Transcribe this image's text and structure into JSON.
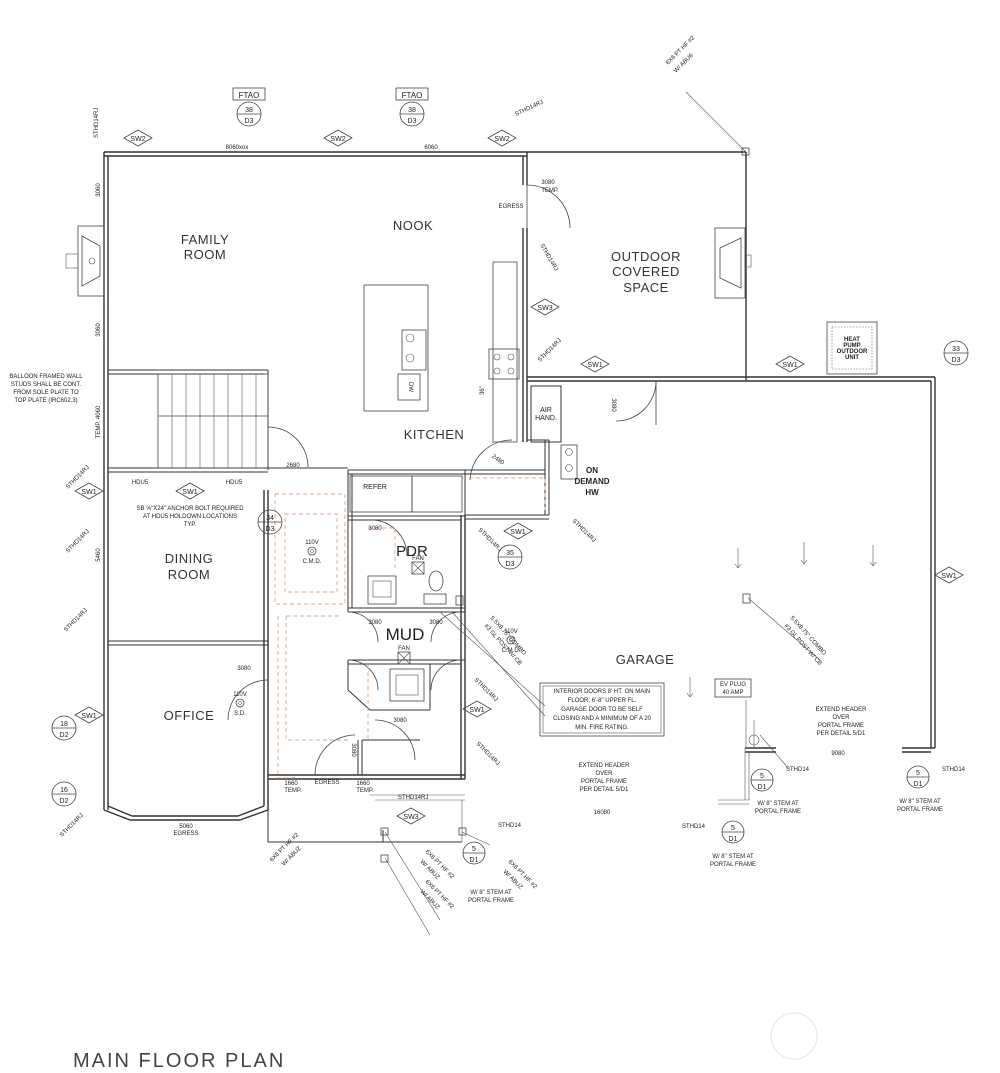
{
  "title": "MAIN FLOOR PLAN",
  "rooms": {
    "family_line1": "FAMILY",
    "family_line2": "ROOM",
    "nook": "NOOK",
    "outdoor_line1": "OUTDOOR",
    "outdoor_line2": "COVERED",
    "outdoor_line3": "SPACE",
    "kitchen": "KITCHEN",
    "dining_line1": "DINING",
    "dining_line2": "ROOM",
    "pdr": "PDR",
    "mud": "MUD",
    "office": "OFFICE",
    "garage": "GARAGE",
    "on_demand_line1": "ON",
    "on_demand_line2": "DEMAND",
    "on_demand_line3": "HW"
  },
  "sections": [
    {
      "tag": "FTAO",
      "num": "38",
      "sheet": "D3"
    },
    {
      "tag": "FTAO",
      "num": "38",
      "sheet": "D3"
    }
  ],
  "details": {
    "d33": {
      "num": "33",
      "sheet": "D3"
    },
    "d34": {
      "num": "34",
      "sheet": "D3"
    },
    "d35": {
      "num": "35",
      "sheet": "D3"
    },
    "d18": {
      "num": "18",
      "sheet": "D2"
    },
    "d16": {
      "num": "16",
      "sheet": "D2"
    },
    "d5": {
      "num": "5",
      "sheet": "D1"
    }
  },
  "shear_tag": "SW1",
  "shear_tag2": "SW2",
  "shear_tag3": "SW3",
  "labels": {
    "win_8060": "8060xox",
    "win_6060": "6060",
    "win_3060a": "3060",
    "win_3060b": "3060",
    "door_3080_temp": "3080",
    "temp": "TEMP.",
    "egress": "EGRESS",
    "stud_std": "STHD14RJ",
    "stud_std14": "STHD14",
    "balloon_1": "BALLOON FRAMED WALL",
    "balloon_2": "STUDS SHALL BE CONT.",
    "balloon_3": "FROM SOLE PLATE TO",
    "balloon_4": "TOP PLATE (IRC602.3)",
    "temp_4060": "TEMP. 4060",
    "hdu5": "HDU5",
    "anchor_1": "SB ⅝\"X24\" ANCHOR BOLT REQUIRED",
    "anchor_2": "AT HDU5 HOLDOWN LOCATIONS",
    "anchor_3": "TYP.",
    "d_2680": "2680",
    "d_2480": "2480",
    "d_3080": "3080",
    "d_5460": "5460",
    "refer": "REFER",
    "air_hand_1": "AIR",
    "air_hand_2": "HAND.",
    "dw": "DW",
    "d36": "36\"",
    "heat_pump_1": "HEAT",
    "heat_pump_2": "PUMP",
    "heat_pump_3": "OUTDOOR",
    "heat_pump_4": "UNIT",
    "fan": "FAN",
    "v110": "110V",
    "sd": "S.D.",
    "cmd": "C.M.D.",
    "combo_1": "5.5X8.75\" COMBO",
    "combo_2": "#3 GL POST W/ CB",
    "note_1": "INTERIOR DOORS 8' HT. ON MAIN",
    "note_2": "FLOOR, 6'-8\" UPPER FL.",
    "note_3": "GARAGE DOOR TO BE SELF",
    "note_4": "CLOSING AND A MINIMUM OF A  20",
    "note_5": "MIN. FIRE RATING.",
    "ev_1": "EV PLUG",
    "ev_2": "40 AMP",
    "ext_1": "EXTEND HEADER",
    "ext_2": "OVER",
    "ext_3": "PORTAL FRAME",
    "ext_4": "PER DETAIL 5/D1",
    "d_9080": "9080",
    "d_16080": "16080",
    "d_1660": "1660",
    "d_5060": "5060",
    "stem_1": "W/ 8\" STEM AT",
    "stem_2": "PORTAL FRAME",
    "post_1": "6X6 PT HF #2",
    "post_2": "W/ ABU6",
    "post_3": "W/ ABUZ"
  }
}
